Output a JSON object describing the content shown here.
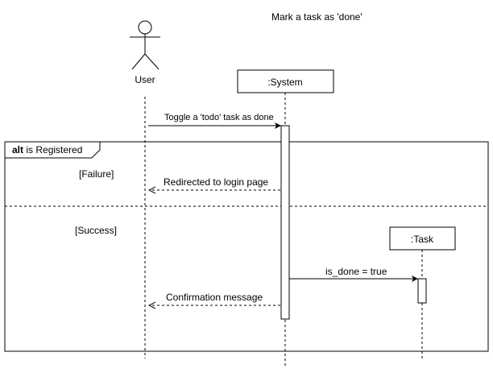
{
  "diagram": {
    "title": "Mark a task as 'done'",
    "actor_user": {
      "label": "User"
    },
    "lifeline_system": {
      "label": ":System"
    },
    "lifeline_task": {
      "label": ":Task"
    },
    "fragment": {
      "keyword": "alt",
      "condition": "is Registered"
    },
    "guards": {
      "failure": "[Failure]",
      "success": "[Success]"
    },
    "messages": {
      "toggle": "Toggle a 'todo' task as done",
      "redirect": "Redirected to login page",
      "is_done": "is_done = true",
      "confirmation": "Confirmation message"
    }
  }
}
